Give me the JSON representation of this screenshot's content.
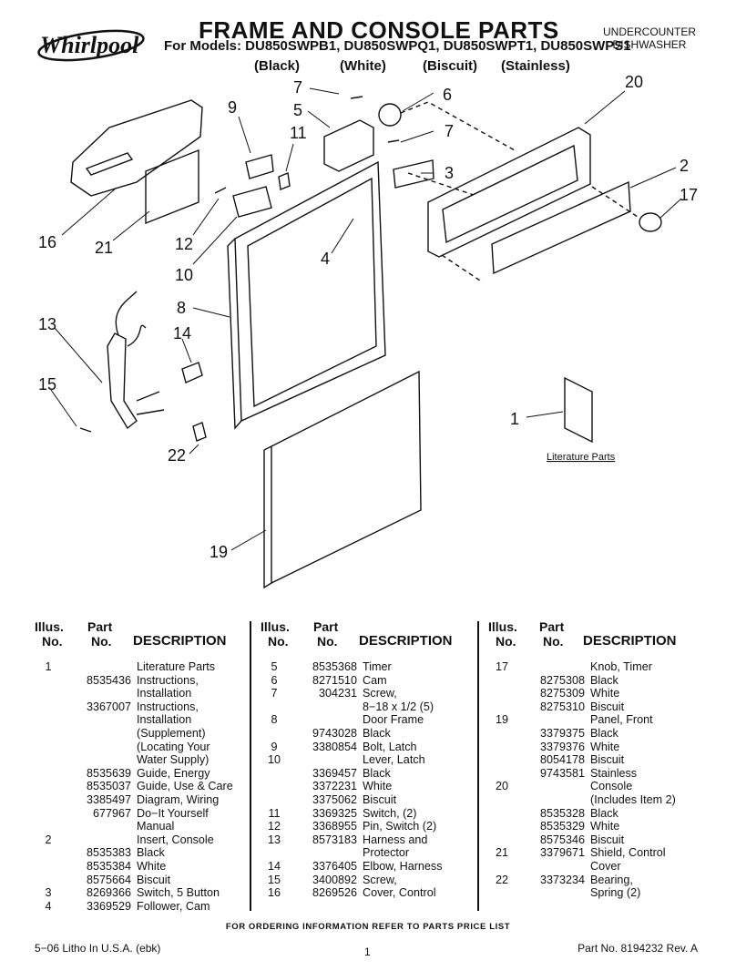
{
  "header": {
    "brand": "Whirlpool",
    "title": "FRAME AND CONSOLE PARTS",
    "models": "For Models: DU850SWPB1, DU850SWPQ1, DU850SWPT1, DU850SWPS1",
    "variants": [
      "(Black)",
      "(White)",
      "(Biscuit)",
      "(Stainless)"
    ],
    "appliance_line1": "UNDERCOUNTER",
    "appliance_line2": "DISHWASHER"
  },
  "diagram": {
    "callouts": [
      "7",
      "6",
      "5",
      "9",
      "11",
      "7",
      "3",
      "20",
      "2",
      "17",
      "16",
      "21",
      "12",
      "10",
      "4",
      "8",
      "13",
      "14",
      "15",
      "22",
      "1",
      "19"
    ],
    "literature_label": "Literature Parts"
  },
  "table": {
    "headers": {
      "illus": "Illus.",
      "no": "No.",
      "part": "Part",
      "part_no": "No.",
      "description": "DESCRIPTION"
    },
    "columns": [
      [
        [
          "1",
          "",
          "Literature Parts"
        ],
        [
          "",
          "8535436",
          "Instructions,"
        ],
        [
          "",
          "",
          "Installation"
        ],
        [
          "",
          "3367007",
          "Instructions,"
        ],
        [
          "",
          "",
          "Installation"
        ],
        [
          "",
          "",
          "(Supplement)"
        ],
        [
          "",
          "",
          "(Locating Your"
        ],
        [
          "",
          "",
          "Water Supply)"
        ],
        [
          "",
          "8535639",
          "Guide, Energy"
        ],
        [
          "",
          "8535037",
          "Guide, Use & Care"
        ],
        [
          "",
          "3385497",
          "Diagram, Wiring"
        ],
        [
          "",
          "677967",
          "Do−It Yourself"
        ],
        [
          "",
          "",
          "Manual"
        ],
        [
          "2",
          "",
          "Insert, Console"
        ],
        [
          "",
          "8535383",
          "Black"
        ],
        [
          "",
          "8535384",
          "White"
        ],
        [
          "",
          "8575664",
          "Biscuit"
        ],
        [
          "3",
          "8269366",
          "Switch, 5 Button"
        ],
        [
          "4",
          "3369529",
          "Follower, Cam"
        ]
      ],
      [
        [
          "5",
          "8535368",
          "Timer"
        ],
        [
          "6",
          "8271510",
          "Cam"
        ],
        [
          "7",
          "304231",
          "Screw,"
        ],
        [
          "",
          "",
          "8−18 x 1/2 (5)"
        ],
        [
          "8",
          "",
          "Door Frame"
        ],
        [
          "",
          "9743028",
          "Black"
        ],
        [
          "9",
          "3380854",
          "Bolt, Latch"
        ],
        [
          "10",
          "",
          "Lever, Latch"
        ],
        [
          "",
          "3369457",
          "Black"
        ],
        [
          "",
          "3372231",
          "White"
        ],
        [
          "",
          "3375062",
          "Biscuit"
        ],
        [
          "11",
          "3369325",
          "Switch, (2)"
        ],
        [
          "12",
          "3368955",
          "Pin, Switch (2)"
        ],
        [
          "13",
          "8573183",
          "Harness and"
        ],
        [
          "",
          "",
          "Protector"
        ],
        [
          "14",
          "3376405",
          "Elbow, Harness"
        ],
        [
          "15",
          "3400892",
          "Screw,"
        ],
        [
          "16",
          "8269526",
          "Cover, Control"
        ]
      ],
      [
        [
          "17",
          "",
          "Knob, Timer"
        ],
        [
          "",
          "8275308",
          "Black"
        ],
        [
          "",
          "8275309",
          "White"
        ],
        [
          "",
          "8275310",
          "Biscuit"
        ],
        [
          "19",
          "",
          "Panel, Front"
        ],
        [
          "",
          "3379375",
          "Black"
        ],
        [
          "",
          "3379376",
          "White"
        ],
        [
          "",
          "8054178",
          "Biscuit"
        ],
        [
          "",
          "9743581",
          "Stainless"
        ],
        [
          "20",
          "",
          "Console"
        ],
        [
          "",
          "",
          "(Includes Item 2)"
        ],
        [
          "",
          "8535328",
          "Black"
        ],
        [
          "",
          "8535329",
          "White"
        ],
        [
          "",
          "8575346",
          "Biscuit"
        ],
        [
          "21",
          "3379671",
          "Shield, Control"
        ],
        [
          "",
          "",
          "Cover"
        ],
        [
          "22",
          "3373234",
          "Bearing,"
        ],
        [
          "",
          "",
          "Spring (2)"
        ]
      ]
    ]
  },
  "footer": {
    "ordering_note": "FOR ORDERING INFORMATION REFER TO PARTS PRICE LIST",
    "litho": "5−06 Litho In U.S.A. (ebk)",
    "page": "1",
    "part_no": "Part No. 8194232 Rev. A"
  }
}
